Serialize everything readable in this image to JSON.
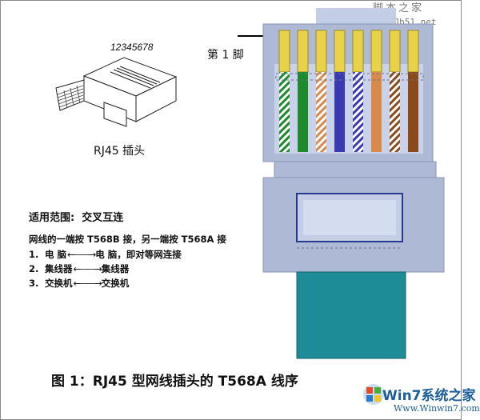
{
  "watermark": {
    "site_name": "脚本之家",
    "site_url": "www.Jb51.net"
  },
  "connector_sketch": {
    "pin_numbers": "12345678",
    "label": "RJ45 插头"
  },
  "pin1_label": "第 1 脚",
  "scope": {
    "title": "适用范围:",
    "value": "交叉互连"
  },
  "note": "网线的一端按 T568B 接，另一端按 T568A 接",
  "connections": [
    {
      "num": "1.",
      "left": "电  脑",
      "arrow": "←——→",
      "right": "电  脑，即对等网连接"
    },
    {
      "num": "2.",
      "left": "集线器",
      "arrow": "←——→",
      "right": "集线器"
    },
    {
      "num": "3.",
      "left": "交换机",
      "arrow": "←——→",
      "right": "交换机"
    }
  ],
  "caption": "图 1：RJ45 型网线插头的 T568A 线序",
  "logo": {
    "name": "Win7系统之家",
    "url": "Www.Winwin7.com"
  },
  "wire_colors_t568a": [
    {
      "pin": 1,
      "name": "绿白",
      "color": "#1e8a2c",
      "striped": true
    },
    {
      "pin": 2,
      "name": "绿",
      "color": "#1e8a2c",
      "striped": false
    },
    {
      "pin": 3,
      "name": "橙白",
      "color": "#d98a4a",
      "striped": true
    },
    {
      "pin": 4,
      "name": "蓝",
      "color": "#3a3ab0",
      "striped": false
    },
    {
      "pin": 5,
      "name": "蓝白",
      "color": "#3a3ab0",
      "striped": true
    },
    {
      "pin": 6,
      "name": "橙",
      "color": "#d98a4a",
      "striped": false
    },
    {
      "pin": 7,
      "name": "棕白",
      "color": "#8a4a1a",
      "striped": true
    },
    {
      "pin": 8,
      "name": "棕",
      "color": "#8a4a1a",
      "striped": false
    }
  ],
  "colors": {
    "plug_body": "#aeb9d6",
    "plug_latch": "#c3cde6",
    "cable": "#1e8c96",
    "pin_gold": "#e8d24a"
  }
}
